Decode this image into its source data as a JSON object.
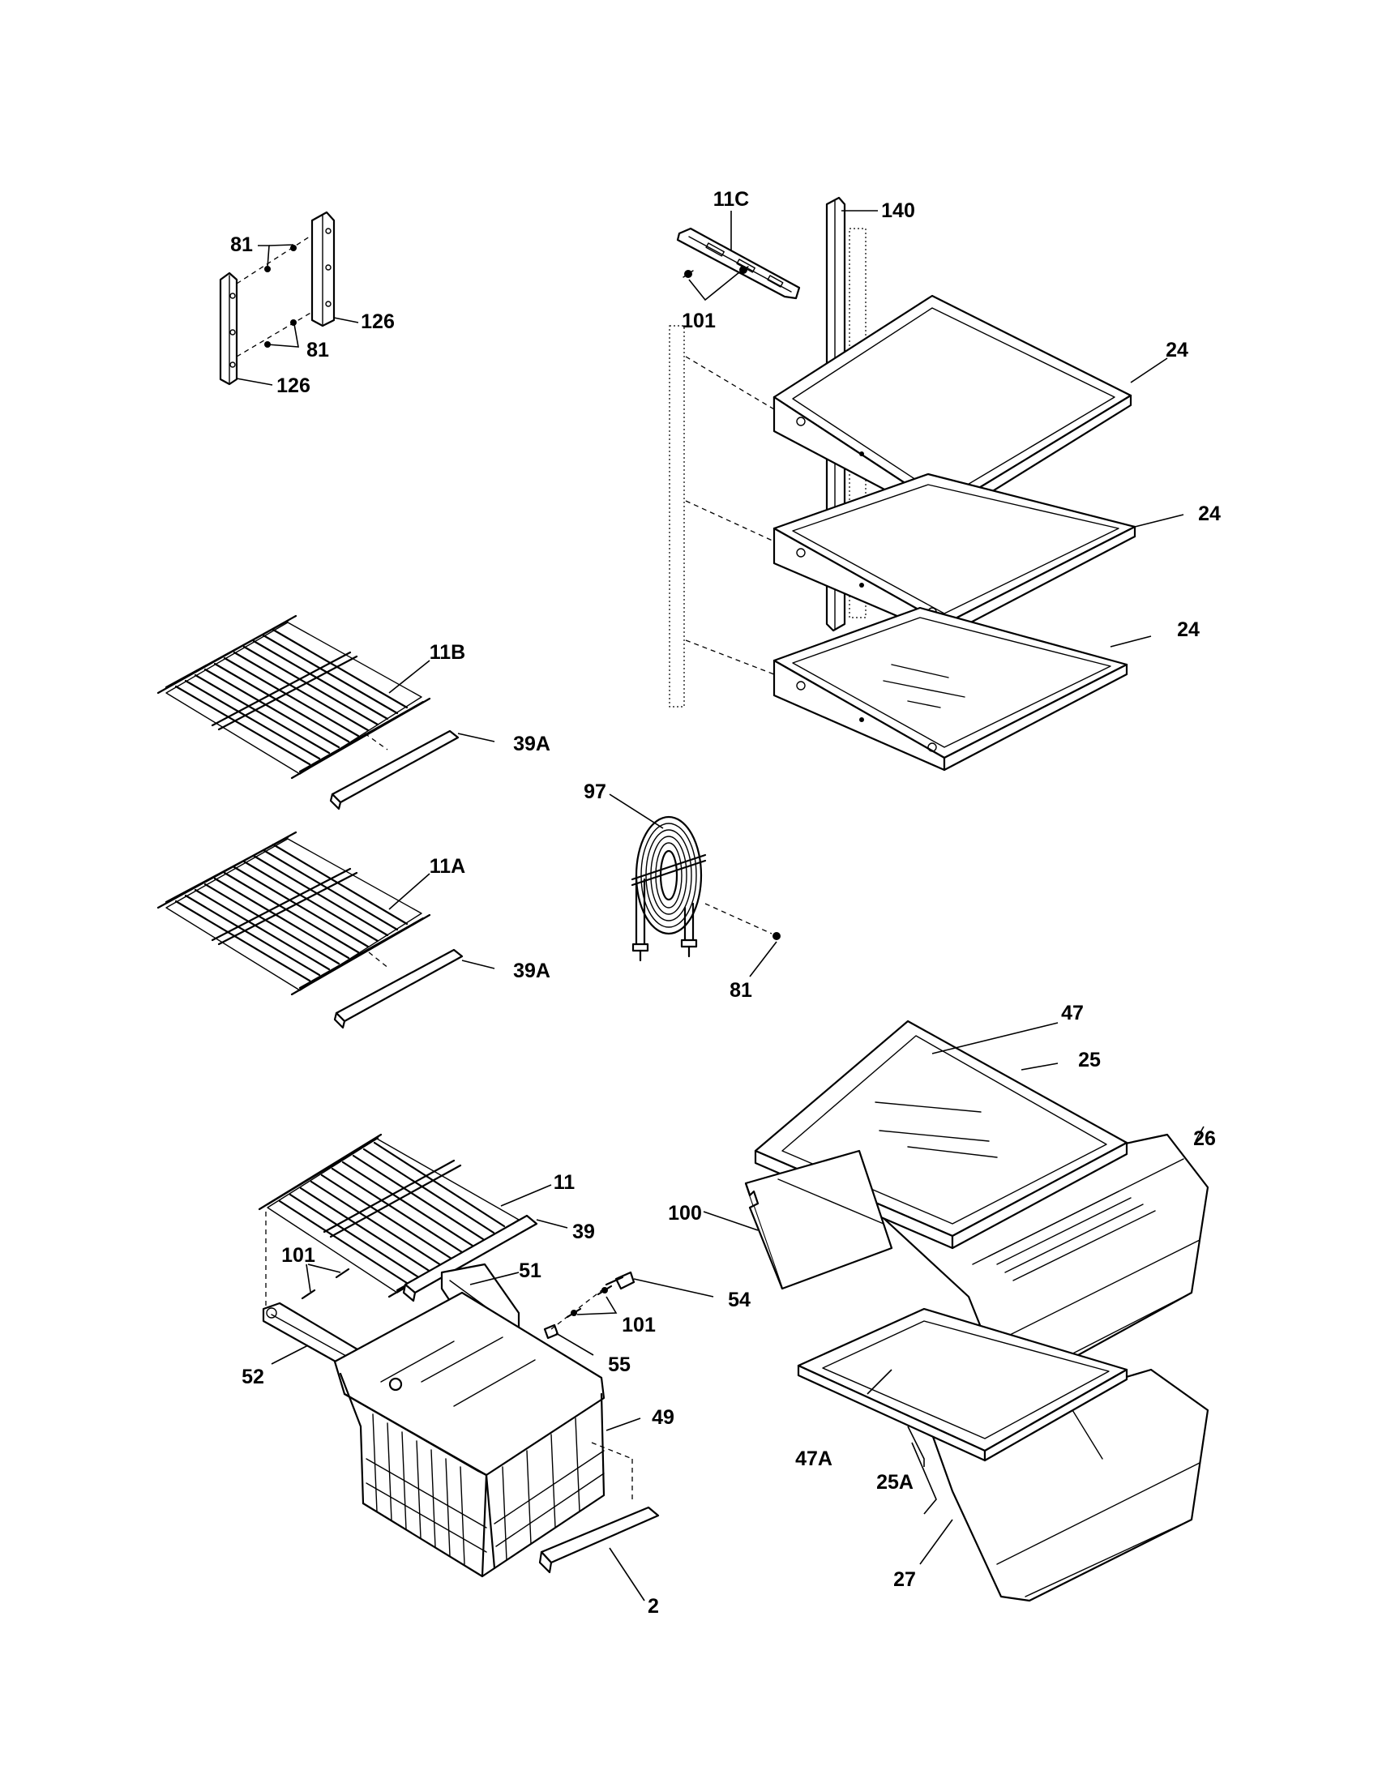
{
  "labels": {
    "l81_top": "81",
    "l126_top": "126",
    "l81_mid": "81",
    "l126_bot": "126",
    "l11C": "11C",
    "l140": "140",
    "l101_top": "101",
    "l24_a": "24",
    "l24_b": "24",
    "l24_c": "24",
    "l11B": "11B",
    "l39A_a": "39A",
    "l11A": "11A",
    "l39A_b": "39A",
    "l97": "97",
    "l81_coil": "81",
    "l47": "47",
    "l25": "25",
    "l26": "26",
    "l11": "11",
    "l39": "39",
    "l100": "100",
    "l101_left": "101",
    "l51": "51",
    "l54": "54",
    "l101_right": "101",
    "l52": "52",
    "l55": "55",
    "l49": "49",
    "l47A": "47A",
    "l25A": "25A",
    "l27": "27",
    "l2": "2"
  }
}
